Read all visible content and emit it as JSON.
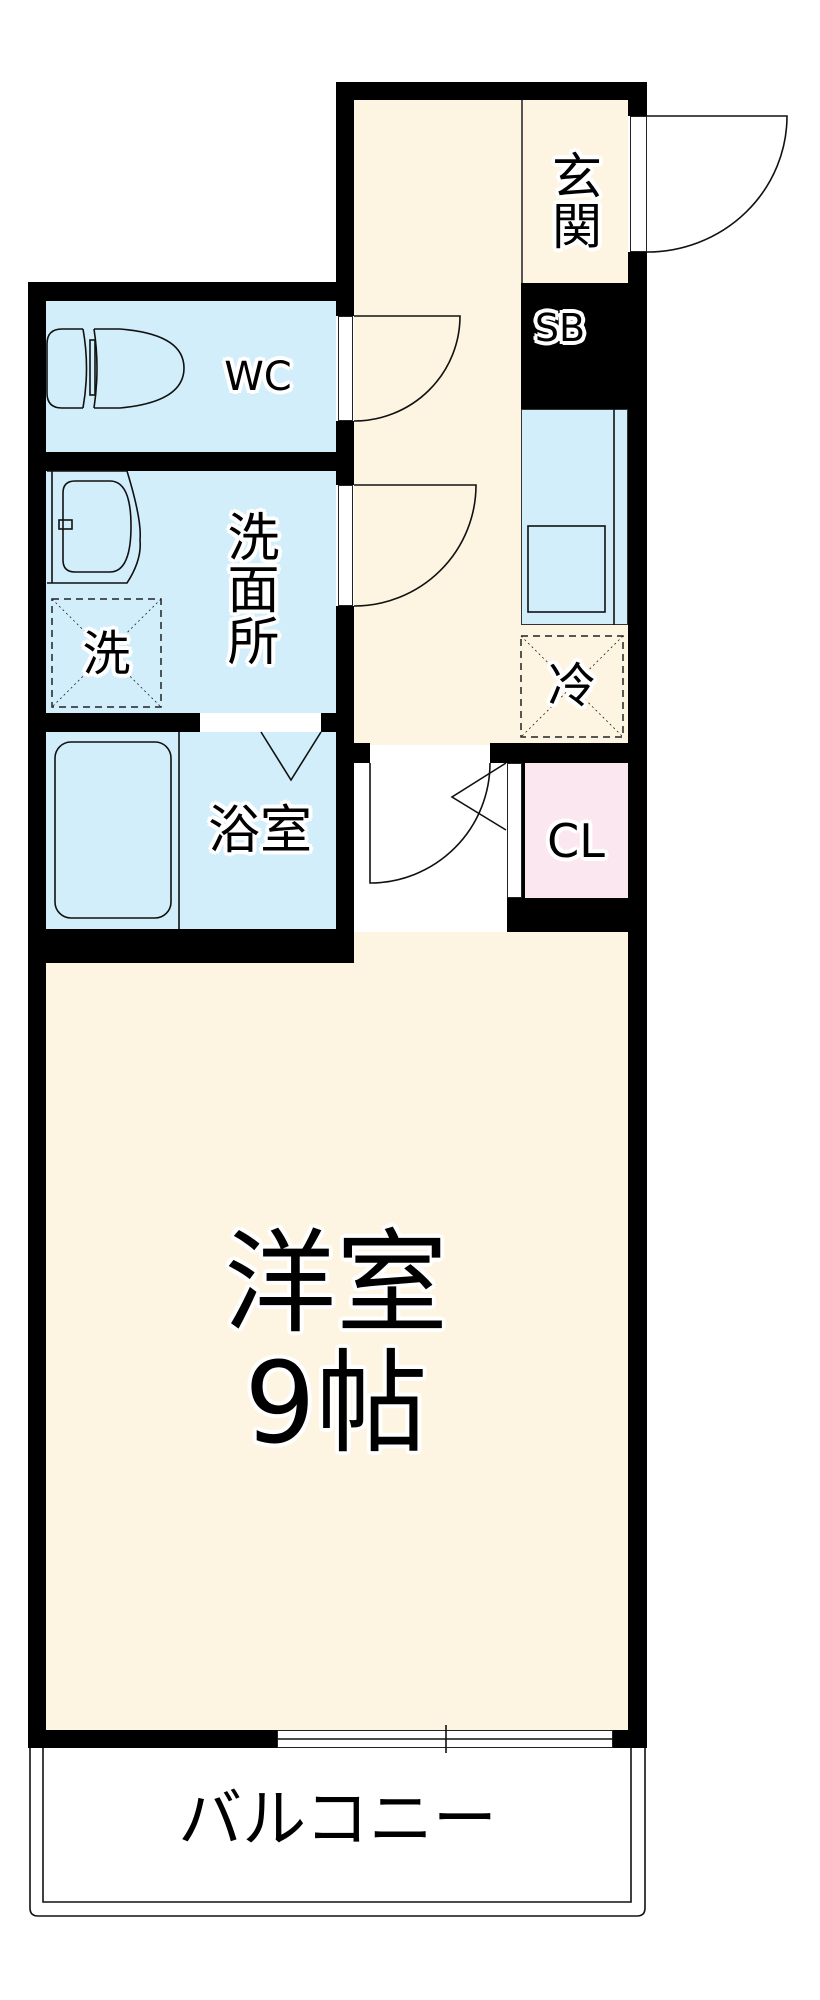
{
  "floorplan": {
    "colors": {
      "wall": "#000000",
      "living_floor": "#fdf5e2",
      "wet_area_floor": "#d2eefb",
      "storage_floor": "#fbe7ef",
      "outline": "#222222"
    },
    "rooms": {
      "genkan": {
        "label": "玄関"
      },
      "shoe_box": {
        "label": "SB"
      },
      "toilet": {
        "label": "WC"
      },
      "washroom": {
        "label": "洗面所"
      },
      "washing_machine": {
        "label": "洗"
      },
      "bathroom": {
        "label": "浴室"
      },
      "refrigerator": {
        "label": "冷"
      },
      "closet": {
        "label": "CL"
      },
      "western_room": {
        "label": "洋室",
        "size": "9帖"
      },
      "balcony": {
        "label": "バルコニー"
      }
    }
  }
}
